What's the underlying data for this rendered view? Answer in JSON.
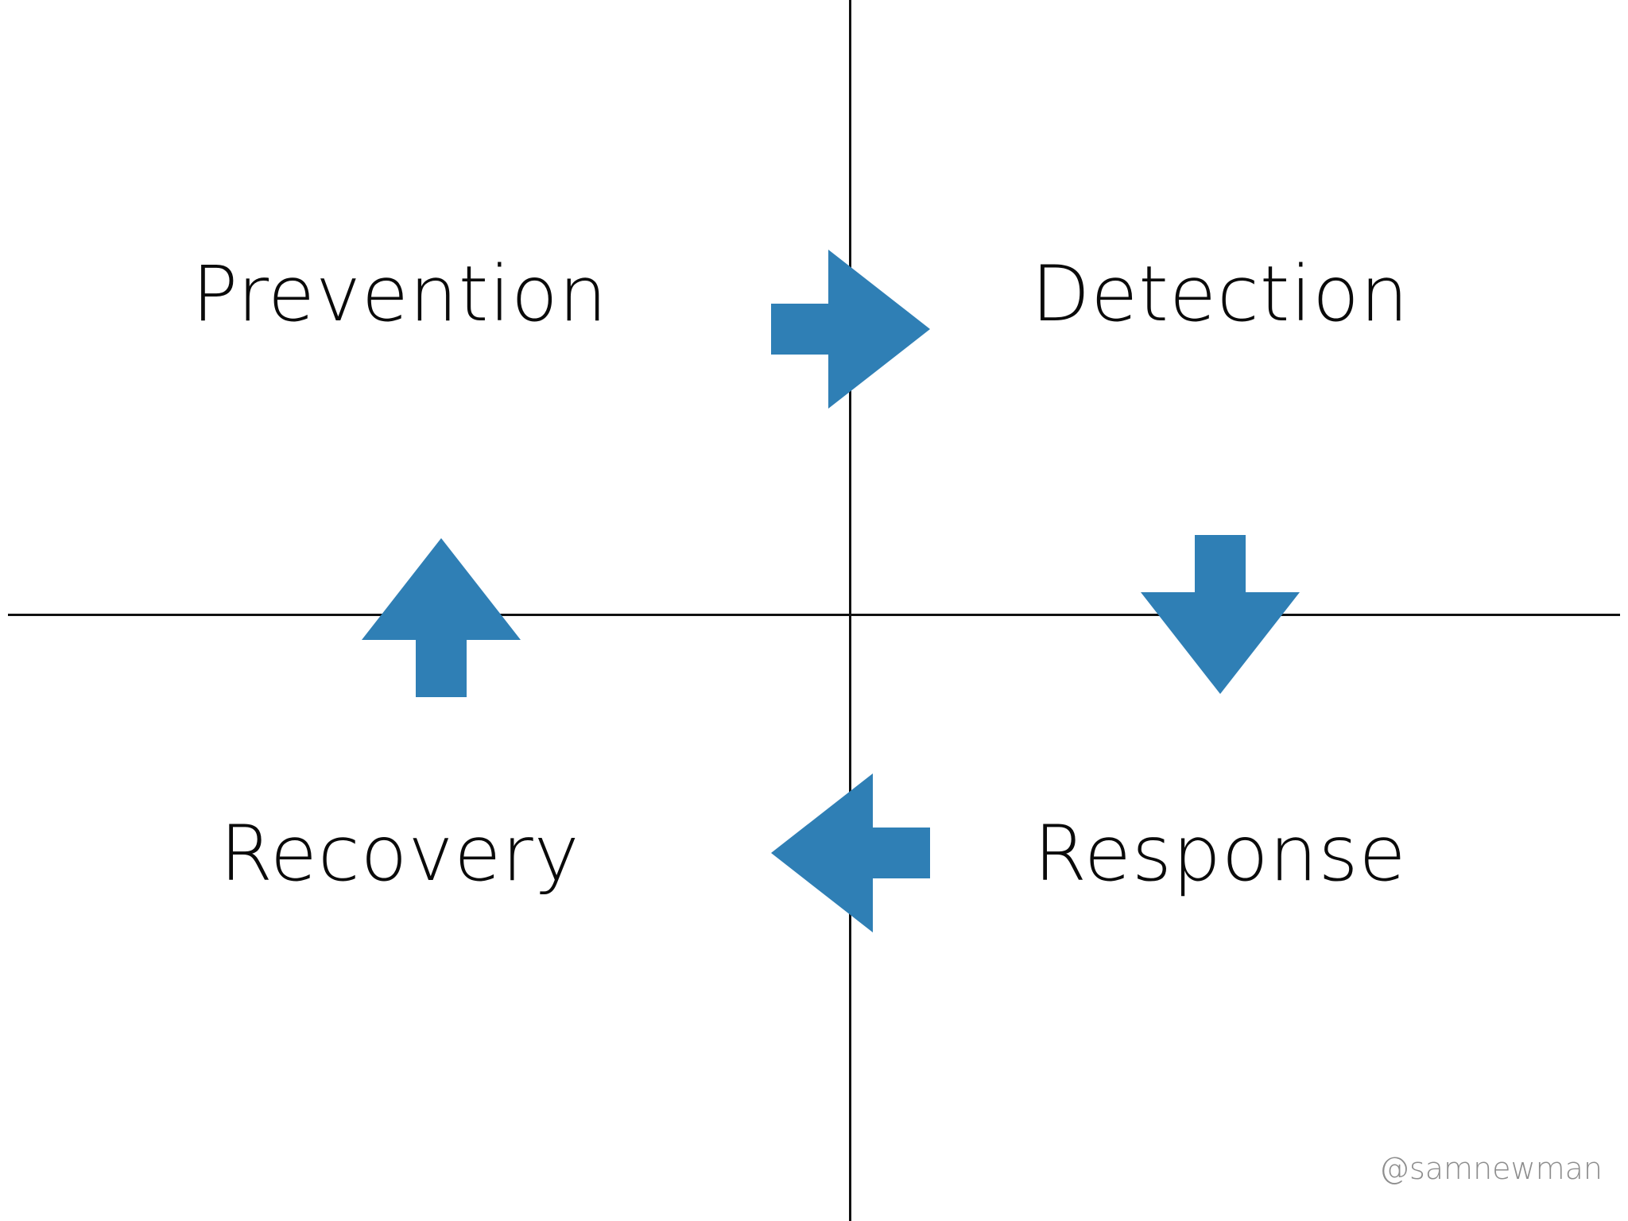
{
  "quadrants": {
    "top_left": "Prevention",
    "top_right": "Detection",
    "bottom_right": "Response",
    "bottom_left": "Recovery"
  },
  "arrows": [
    {
      "name": "prevention-to-detection",
      "direction": "right"
    },
    {
      "name": "detection-to-response",
      "direction": "down"
    },
    {
      "name": "response-to-recovery",
      "direction": "left"
    },
    {
      "name": "recovery-to-prevention",
      "direction": "up"
    }
  ],
  "colors": {
    "arrow": "#2f7fb5",
    "axis_line": "#111111",
    "text": "#0a0a0a",
    "handle": "#8e8e8e",
    "background": "#ffffff"
  },
  "footer": {
    "handle": "@samnewman"
  }
}
